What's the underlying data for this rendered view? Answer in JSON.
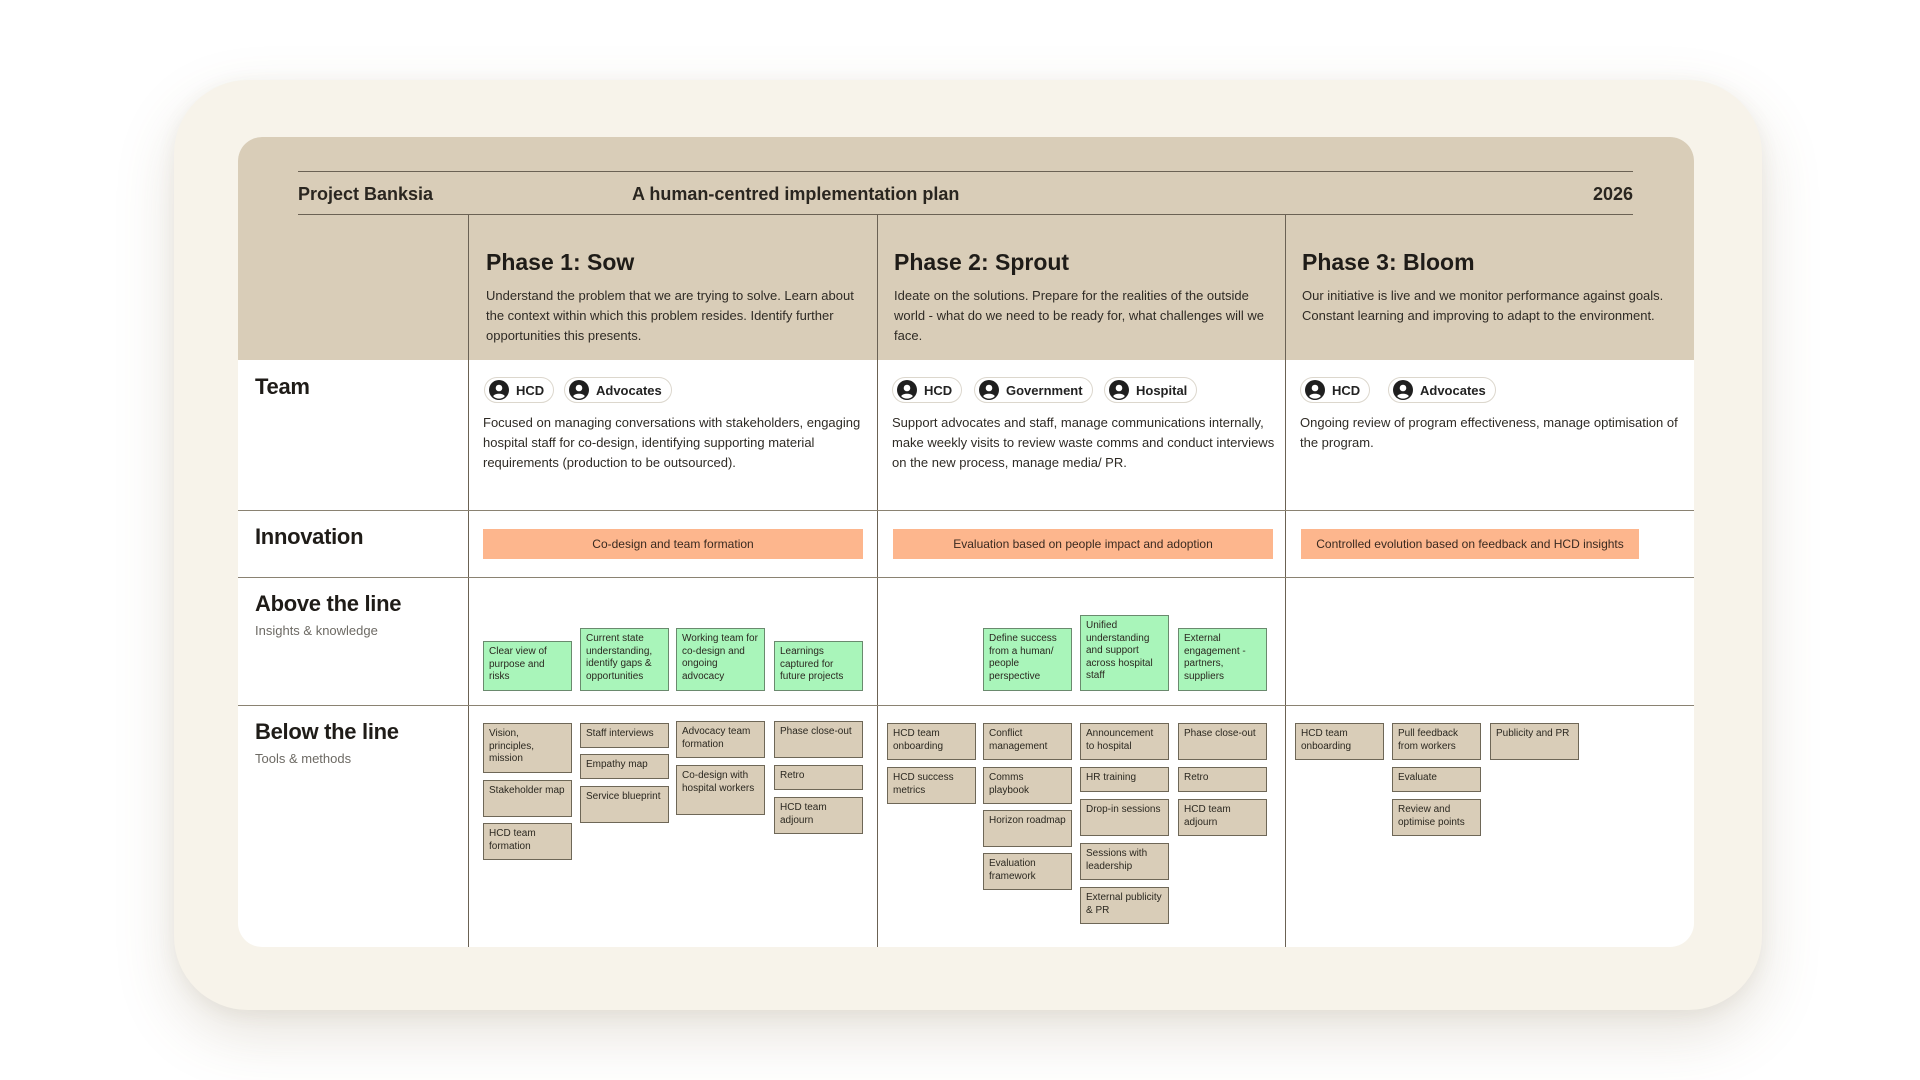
{
  "header": {
    "project": "Project Banksia",
    "title": "A human-centred implementation plan",
    "year": "2026"
  },
  "phases": [
    {
      "title": "Phase 1: Sow",
      "description": "Understand the problem that we are trying to solve. Learn about the context within which this problem resides. Identify further opportunities this presents."
    },
    {
      "title": "Phase 2: Sprout",
      "description": "Ideate on the solutions. Prepare for the realities of the outside world - what do we need to be ready for, what challenges will we face."
    },
    {
      "title": "Phase 3: Bloom",
      "description": "Our initiative is live and we monitor performance against goals. Constant learning and improving to adapt to the environment."
    }
  ],
  "rows": {
    "team": {
      "label": "Team"
    },
    "innovation": {
      "label": "Innovation"
    },
    "above": {
      "label": "Above the line",
      "sublabel": "Insights & knowledge"
    },
    "below": {
      "label": "Below the line",
      "sublabel": "Tools & methods"
    }
  },
  "team": [
    {
      "pills": [
        "HCD",
        "Advocates"
      ],
      "description": "Focused on managing conversations with stakeholders, engaging hospital staff for co-design, identifying supporting material requirements (production to be outsourced)."
    },
    {
      "pills": [
        "HCD",
        "Government",
        "Hospital"
      ],
      "description": "Support advocates and staff, manage communications internally, make weekly visits to review waste comms and conduct interviews on the new process, manage media/ PR."
    },
    {
      "pills": [
        "HCD",
        "Advocates"
      ],
      "description": "Ongoing review of program effectiveness, manage optimisation of the program."
    }
  ],
  "innovation": [
    "Co-design and team formation",
    "Evaluation based on people impact and adoption",
    "Controlled evolution based on feedback and HCD insights"
  ],
  "above_the_line": [
    [
      "Clear view of purpose and risks",
      "Current state understanding, identify gaps & opportunities",
      "Working team for co-design and ongoing advocacy",
      "Learnings captured for future projects"
    ],
    [
      "Define success from a human/ people perspective",
      "Unified understanding and support across hospital staff",
      "External engagement - partners, suppliers"
    ],
    []
  ],
  "below_the_line": [
    [
      [
        "Vision, principles, mission",
        "Stakeholder map",
        "HCD team formation"
      ],
      [
        "Staff interviews",
        "Empathy map",
        "Service blueprint"
      ],
      [
        "Advocacy team formation",
        "Co-design with hospital workers"
      ],
      [
        "Phase close-out",
        "Retro",
        "HCD team adjourn"
      ]
    ],
    [
      [
        "HCD team onboarding",
        "HCD success metrics"
      ],
      [
        "Conflict management",
        "Comms playbook",
        "Horizon roadmap",
        "Evaluation framework"
      ],
      [
        "Announcement to hospital",
        "HR training",
        "Drop-in sessions",
        "Sessions with leadership",
        "External publicity & PR"
      ],
      [
        "Phase close-out",
        "Retro",
        "HCD team adjourn"
      ]
    ],
    [
      [
        "HCD team onboarding"
      ],
      [
        "Pull feedback from workers",
        "Evaluate",
        "Review and optimise points"
      ],
      [
        "Publicity and PR"
      ]
    ]
  ],
  "icons": {
    "pill_icon": "user-circle-icon"
  },
  "colors": {
    "header_bg": "#d9cdb8",
    "innovation_bar": "#fdb68d",
    "insight_note": "#a9f5ba",
    "tool_note": "#d9cdb8",
    "frame_bg": "#f7f3ea"
  }
}
